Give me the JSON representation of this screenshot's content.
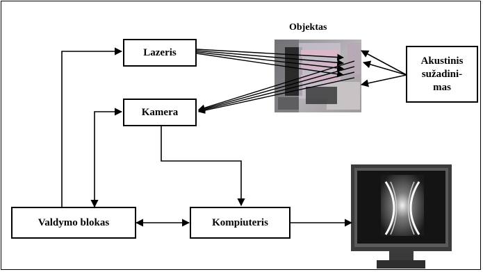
{
  "diagram": {
    "laser_label": "Lazeris",
    "camera_label": "Kamera",
    "control_label": "Valdymo blokas",
    "computer_label": "Kompiuteris",
    "object_label": "Objektas",
    "acoustic_lines": [
      "Akustinis",
      "sužadini-",
      "mas"
    ]
  }
}
